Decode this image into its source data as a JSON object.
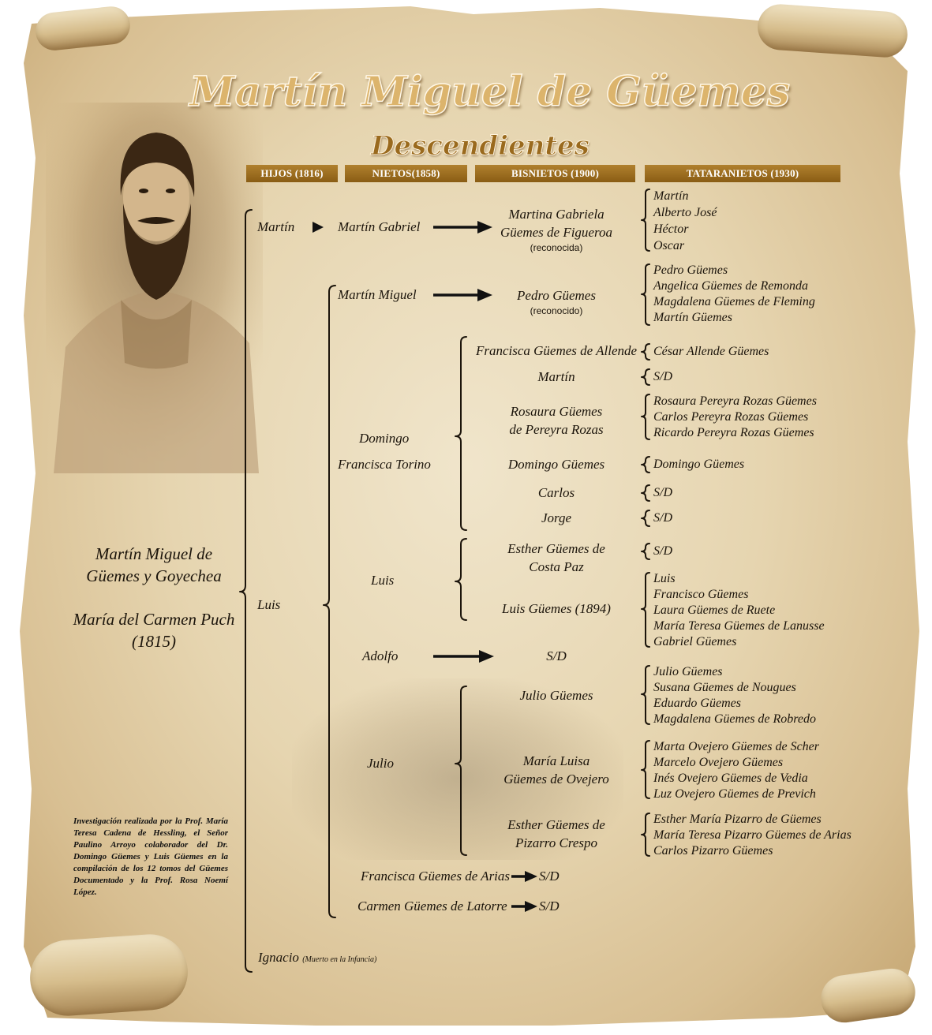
{
  "title": "Martín Miguel de Güemes",
  "subtitle": "Descendientes",
  "headers": {
    "hijos": "HIJOS (1816)",
    "nietos": "NIETOS(1858)",
    "bisnietos": "BISNIETOS (1900)",
    "tataranietos": "TATARANIETOS (1930)"
  },
  "parents": {
    "father_line1": "Martín Miguel de",
    "father_line2": "Güemes y Goyechea",
    "mother": "María del Carmen Puch",
    "year": "(1815)"
  },
  "credit": "Investigación realizada por la Prof. María Teresa Cadena de Hessling, el Señor Paulino Arroyo colaborador del Dr. Domingo Güemes y Luis Güemes en la compilación de los 12 tomos del Güemes Documentado y la Prof. Rosa Noemí López.",
  "hijos": [
    {
      "name": "Martín",
      "nietos": [
        {
          "name": "Martín Gabriel",
          "bisnietos": [
            {
              "lines": [
                "Martina Gabriela",
                "Güemes de Figueroa"
              ],
              "note": "(reconocida)",
              "tataranietos": [
                "Martín",
                "Alberto José",
                "Héctor",
                "Oscar"
              ]
            }
          ]
        }
      ]
    },
    {
      "name": "Luis",
      "nietos": [
        {
          "name": "Martín Miguel",
          "bisnietos": [
            {
              "lines": [
                "Pedro Güemes"
              ],
              "note": "(reconocido)",
              "tataranietos": [
                "Pedro Güemes",
                "Angelica Güemes de Remonda",
                "Magdalena Güemes de Fleming",
                "Martín Güemes"
              ]
            }
          ]
        },
        {
          "lines": [
            "Domingo",
            "Francisca Torino"
          ],
          "bisnietos": [
            {
              "lines": [
                "Francisca Güemes de Allende"
              ],
              "tataranietos": [
                "César Allende Güemes"
              ]
            },
            {
              "lines": [
                "Martín"
              ],
              "tataranietos": [
                "S/D"
              ]
            },
            {
              "lines": [
                "Rosaura Güemes",
                "de Pereyra Rozas"
              ],
              "tataranietos": [
                "Rosaura Pereyra Rozas Güemes",
                "Carlos Pereyra Rozas Güemes",
                "Ricardo Pereyra Rozas Güemes"
              ]
            },
            {
              "lines": [
                "Domingo Güemes"
              ],
              "tataranietos": [
                "Domingo Güemes"
              ]
            },
            {
              "lines": [
                "Carlos"
              ],
              "tataranietos": [
                "S/D"
              ]
            },
            {
              "lines": [
                "Jorge"
              ],
              "tataranietos": [
                "S/D"
              ]
            }
          ]
        },
        {
          "name": "Luis",
          "bisnietos": [
            {
              "lines": [
                "Esther Güemes de",
                "Costa Paz"
              ],
              "tataranietos": [
                "S/D"
              ]
            },
            {
              "lines": [
                "Luis Güemes (1894)"
              ],
              "tataranietos": [
                "Luis",
                "Francisco Güemes",
                "Laura Güemes de Ruete",
                "María Teresa Güemes de Lanusse",
                "Gabriel Güemes"
              ]
            }
          ]
        },
        {
          "name": "Adolfo",
          "bisnietos": [
            {
              "lines": [
                "S/D"
              ]
            }
          ]
        },
        {
          "name": "Julio",
          "bisnietos": [
            {
              "lines": [
                "Julio Güemes"
              ],
              "tataranietos": [
                "Julio Güemes",
                "Susana Güemes de Nougues",
                "Eduardo Güemes",
                "Magdalena Güemes de Robredo"
              ]
            },
            {
              "lines": [
                "María Luisa",
                "Güemes de Ovejero"
              ],
              "tataranietos": [
                "Marta Ovejero Güemes de Scher",
                "Marcelo Ovejero Güemes",
                "Inés Ovejero Güemes de Vedia",
                "Luz Ovejero Güemes de Previch"
              ]
            },
            {
              "lines": [
                "Esther Güemes de",
                "Pizarro Crespo"
              ],
              "tataranietos": [
                "Esther María Pizarro de Güemes",
                "María Teresa Pizarro Güemes de Arias",
                "Carlos Pizarro Güemes"
              ]
            }
          ]
        },
        {
          "name": "Francisca Güemes de Arias",
          "bisnietos": [
            {
              "lines": [
                "S/D"
              ]
            }
          ]
        },
        {
          "name": "Carmen Güemes de Latorre",
          "bisnietos": [
            {
              "lines": [
                "S/D"
              ]
            }
          ]
        }
      ]
    },
    {
      "name": "Ignacio",
      "note": "(Muerto en la Infancia)"
    }
  ],
  "colors": {
    "title_fill": "#dcb46c",
    "subtitle": "#9a6a1e",
    "header_bar_top": "#b0802e",
    "header_bar_bottom": "#8a5d14",
    "ink": "#1b140b"
  }
}
